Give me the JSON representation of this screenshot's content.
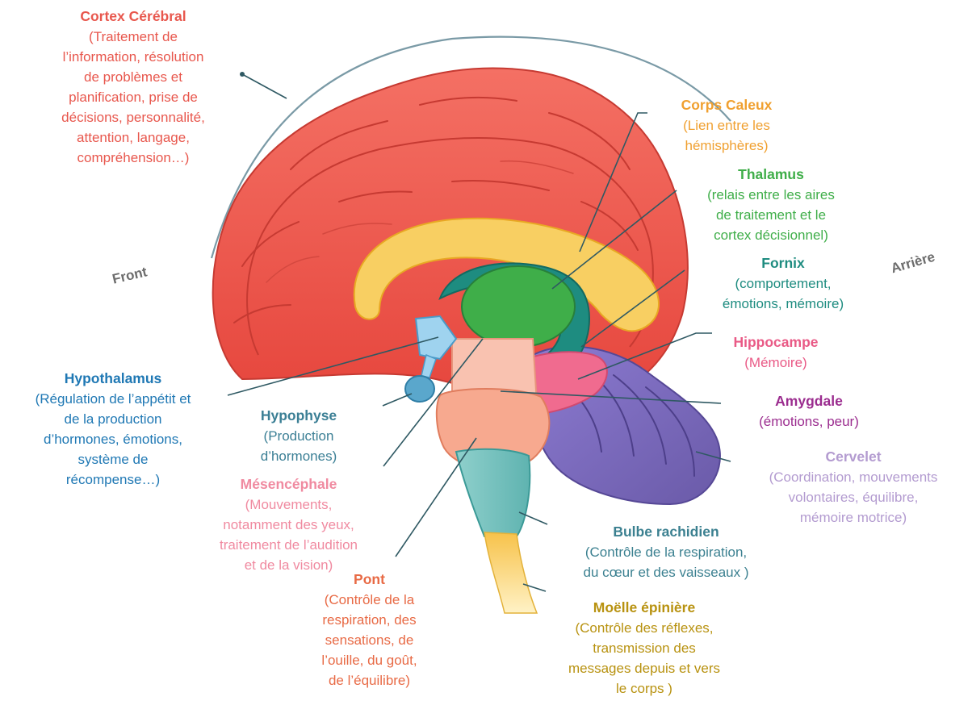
{
  "colors": {
    "cortex": "#e8574d",
    "corps_caleux": "#f0a030",
    "thalamus": "#3fae49",
    "fornix": "#1e8c80",
    "hippocampe": "#e95a86",
    "amygdale": "#9b2d8f",
    "cervelet": "#b39bd0",
    "hypothalamus": "#1f78b4",
    "hypophyse": "#3b7f95",
    "mesencephale": "#f08aa0",
    "pont": "#e86a45",
    "bulbe": "#3b8090",
    "moelle": "#b89210",
    "direction": "#6d6d6d"
  },
  "directions": {
    "front": "Front",
    "back": "Arrière"
  },
  "structures": {
    "cortex": {
      "title": "Cortex Cérébral",
      "desc": [
        "(Traitement de",
        "l’information, résolution",
        "de problèmes et",
        "planification, prise de",
        "décisions, personnalité,",
        "attention, langage,",
        "compréhension…)"
      ]
    },
    "corps_caleux": {
      "title": "Corps Caleux",
      "desc": [
        "(Lien entre les",
        "hémisphères)"
      ]
    },
    "thalamus": {
      "title": "Thalamus",
      "desc": [
        "(relais entre les aires",
        "de traitement et le",
        "cortex décisionnel)"
      ]
    },
    "fornix": {
      "title": "Fornix",
      "desc": [
        "(comportement,",
        "émotions, mémoire)"
      ]
    },
    "hippocampe": {
      "title": "Hippocampe",
      "desc": [
        "(Mémoire)"
      ]
    },
    "amygdale": {
      "title": "Amygdale",
      "desc": [
        "(émotions, peur)"
      ]
    },
    "cervelet": {
      "title": "Cervelet",
      "desc": [
        "(Coordination, mouvements",
        "volontaires, équilibre,",
        "mémoire motrice)"
      ]
    },
    "hypothalamus": {
      "title": "Hypothalamus",
      "desc": [
        "(Régulation de l’appétit et",
        "de la production",
        "d’hormones, émotions,",
        "système de",
        "récompense…)"
      ]
    },
    "hypophyse": {
      "title": "Hypophyse",
      "desc": [
        "(Production",
        "d’hormones)"
      ]
    },
    "mesencephale": {
      "title": "Mésencéphale",
      "desc": [
        "(Mouvements,",
        "notamment des yeux,",
        "traitement de l’audition",
        "et de la vision)"
      ]
    },
    "pont": {
      "title": "Pont",
      "desc": [
        "(Contrôle de la",
        "respiration, des",
        "sensations, de",
        "l’ouille, du goût,",
        "de l’équilibre)"
      ]
    },
    "bulbe": {
      "title": "Bulbe rachidien",
      "desc": [
        "(Contrôle de la respiration,",
        "du cœur et des vaisseaux )"
      ]
    },
    "moelle": {
      "title": "Moëlle épinière",
      "desc": [
        "(Contrôle des réflexes,",
        "transmission des",
        "messages depuis et vers",
        "le corps )"
      ]
    }
  }
}
